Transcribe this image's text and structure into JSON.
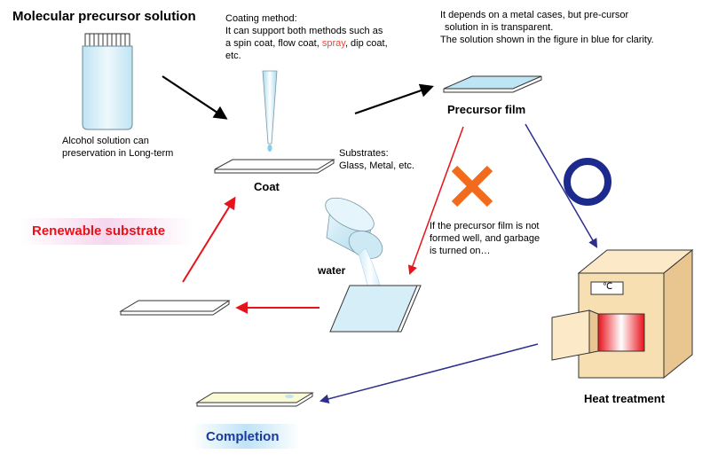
{
  "title": "Molecular precursor solution",
  "alcohol_note": {
    "line1": "Alcohol solution can",
    "line2": "preservation in Long-term"
  },
  "coating": {
    "heading": "Coating method:",
    "line1": "It can support both methods such as",
    "line2_pre": "a spin coat, flow coat, ",
    "line2_spray": "spray",
    "line2_post": ", dip coat,",
    "line3": "etc."
  },
  "transparency_note": {
    "line1": "It depends on a metal cases, but pre-cursor",
    "line2": "solution in is transparent.",
    "line3": "The solution shown in the figure in blue for clarity."
  },
  "precursor_film_label": "Precursor film",
  "substrates_note": {
    "line1": "Substrates:",
    "line2": "Glass, Metal, etc."
  },
  "coat_label": "Coat",
  "failure_note": {
    "line1": "If the precursor film is not",
    "line2": "formed well, and garbage",
    "line3": "is turned on…"
  },
  "renewable_label": "Renewable substrate",
  "water_label": "water",
  "oven_display": "℃",
  "heat_label": "Heat treatment",
  "completion_label": "Completion",
  "colors": {
    "red_arrow": "#e8121b",
    "blue_arrow": "#2c2f8c",
    "black_arrow": "#000000",
    "cross": "#f26a1c",
    "circle": "#1c2a8e",
    "solution_blue": "#cfeaf5",
    "oven_body": "#f7dfb2",
    "renewable_bg": "#f8dff0",
    "completion_bg": "#c7e7f7"
  }
}
